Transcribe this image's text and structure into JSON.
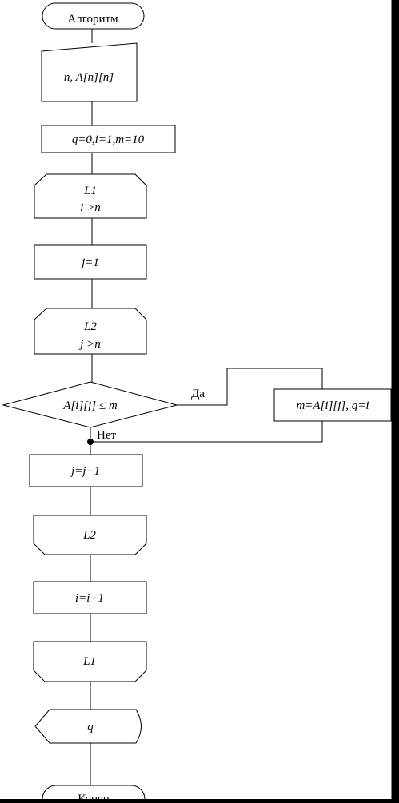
{
  "diagram": {
    "start": "Алгоритм",
    "input": "n,  A[n][n]",
    "init": "q=0,i=1,m=10",
    "loop1_start": {
      "name": "L1",
      "cond": "i >n"
    },
    "set_j": "j=1",
    "loop2_start": {
      "name": "L2",
      "cond": "j >n"
    },
    "decision": "A[i][j] ≤ m",
    "yes_label": "Да",
    "no_label": "Нет",
    "assign": "m=A[i][j], q=i",
    "inc_j": "j=j+1",
    "loop2_end": "L2",
    "inc_i": "i=i+1",
    "loop1_end": "L1",
    "output": "q",
    "end": "Конец"
  }
}
